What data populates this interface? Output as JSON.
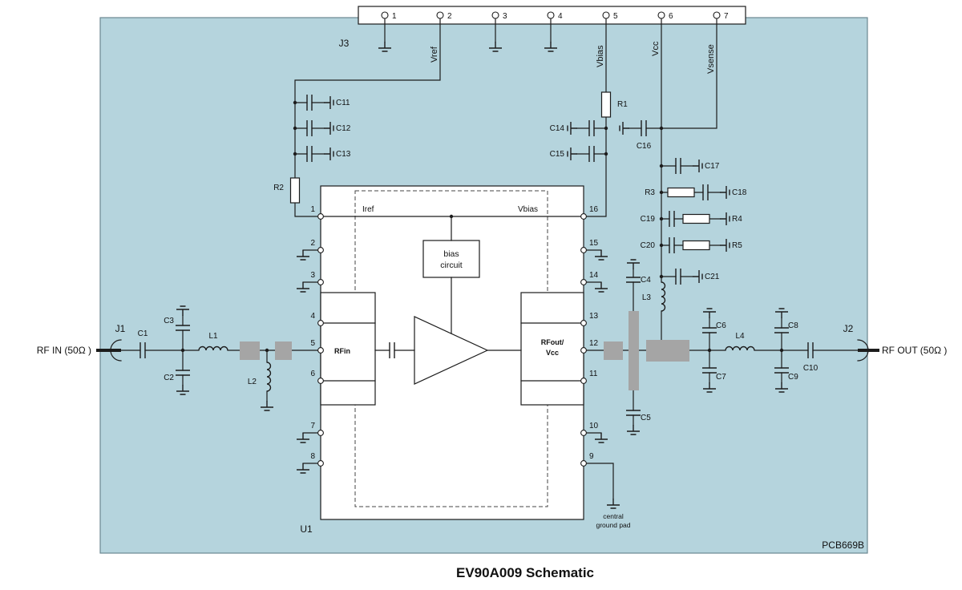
{
  "title": "EV90A009 Schematic",
  "board": {
    "label": "PCB669B"
  },
  "j1": {
    "ref": "J1",
    "label": "RF IN (50Ω )"
  },
  "j2": {
    "ref": "J2",
    "label": "RF OUT (50Ω )"
  },
  "j3": {
    "ref": "J3",
    "pins": [
      "1",
      "2",
      "3",
      "4",
      "5",
      "6",
      "7"
    ],
    "vref": "Vref",
    "vbias": "Vbias",
    "vcc": "Vcc",
    "vsense": "Vsense"
  },
  "u1": {
    "ref": "U1",
    "pins_left": [
      "1",
      "2",
      "3",
      "4",
      "5",
      "6",
      "7",
      "8"
    ],
    "pins_right": [
      "16",
      "15",
      "14",
      "13",
      "12",
      "11",
      "10",
      "9"
    ],
    "iref": "Iref",
    "vbias": "Vbias",
    "bias1": "bias",
    "bias2": "circuit",
    "rfin": "RFin",
    "rfout1": "RFout/",
    "rfout2": "Vcc",
    "cgp1": "central",
    "cgp2": "ground pad"
  },
  "parts": {
    "c1": "C1",
    "c2": "C2",
    "c3": "C3",
    "c4": "C4",
    "c5": "C5",
    "c6": "C6",
    "c7": "C7",
    "c8": "C8",
    "c9": "C9",
    "c10": "C10",
    "c11": "C11",
    "c12": "C12",
    "c13": "C13",
    "c14": "C14",
    "c15": "C15",
    "c16": "C16",
    "c17": "C17",
    "c18": "C18",
    "c19": "C19",
    "c20": "C20",
    "c21": "C21",
    "r1": "R1",
    "r2": "R2",
    "r3": "R3",
    "r4": "R4",
    "r5": "R5",
    "l1": "L1",
    "l2": "L2",
    "l3": "L3",
    "l4": "L4"
  },
  "colors": {
    "board_fill": "#b5d4dd",
    "line": "#1c1c1c",
    "pad_gray": "#a5a5a5",
    "component_fill": "#ffffff"
  }
}
